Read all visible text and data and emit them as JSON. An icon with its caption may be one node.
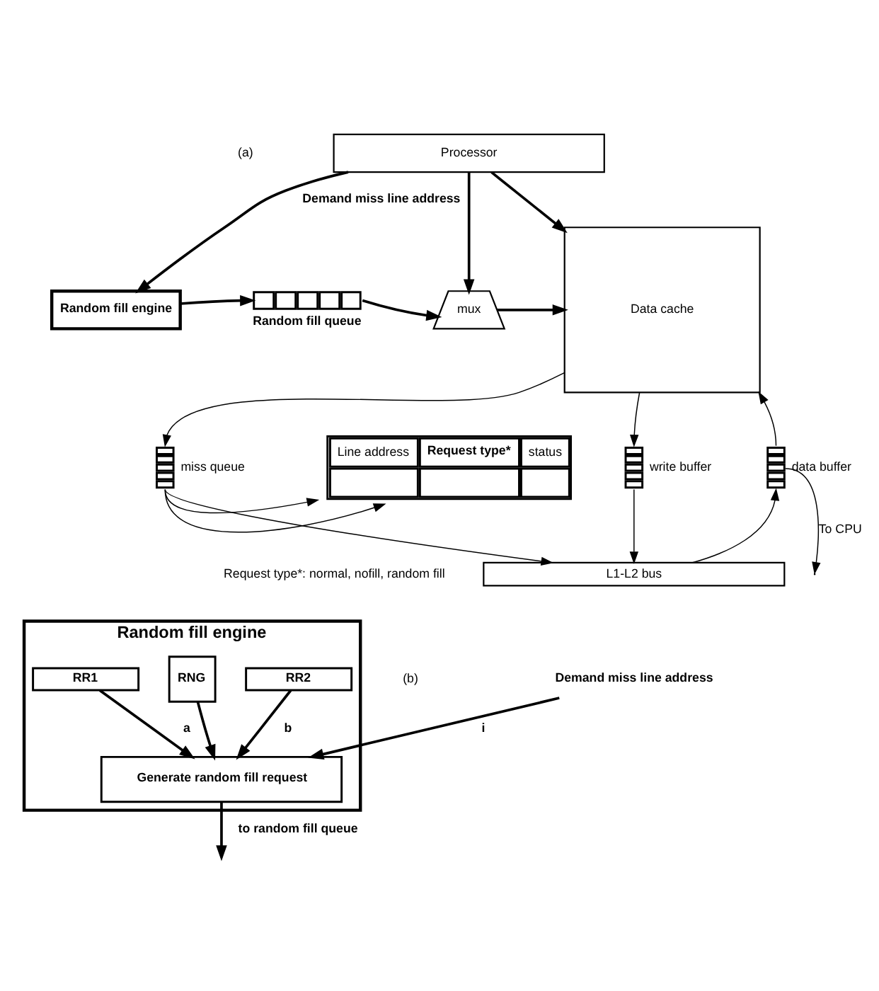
{
  "diagram": {
    "nodes": [
      {
        "text": [
          "Processor"
        ]
      },
      {
        "text": [
          "Data cache"
        ]
      },
      {
        "text": [
          "Random fill engine"
        ]
      },
      {
        "text": [],
        "shape": "queue",
        "beside": [
          "Random fill queue"
        ]
      },
      {
        "text": [
          "mux"
        ]
      },
      {
        "text": [],
        "shape": "queue",
        "beside": [
          "miss queue"
        ]
      },
      {
        "text": [],
        "shape": "queue",
        "beside": [
          "data buffer"
        ]
      },
      {
        "text": [],
        "shape": "queue",
        "beside": [
          "write buffer"
        ]
      },
      {
        "text": [
          "L1-L2 bus"
        ]
      },
      {
        "text": [
          "Line address",
          "Request type*",
          "status"
        ]
      },
      {
        "text": [
          "Demand miss line address"
        ]
      },
      {
        "text": [
          "Random fill engine"
        ]
      },
      {
        "text": [
          "RR1"
        ],
        "in": 11
      },
      {
        "text": [
          "RR2"
        ],
        "in": 11
      },
      {
        "text": [
          "RNG"
        ],
        "in": 11
      },
      {
        "text": [
          "Generate random fill request"
        ],
        "in": 11
      }
    ],
    "edges": [
      {
        "from": 0,
        "to": 1,
        "arrow": "to"
      },
      {
        "from": 0,
        "to": 2,
        "arrow": "to",
        "label": "Demand miss line address"
      },
      {
        "from": 0,
        "to": 4,
        "arrow": "to"
      },
      {
        "from": 2,
        "to": 3,
        "arrow": "to"
      },
      {
        "from": 3,
        "to": 4,
        "arrow": "to"
      },
      {
        "from": 4,
        "to": 1,
        "arrow": "to"
      },
      {
        "from": 1,
        "to": 5,
        "arrow": "to"
      },
      {
        "from": 6,
        "to": 1,
        "arrow": "to"
      },
      {
        "from": 6,
        "to": null,
        "arrow": "to",
        "label": "To CPU"
      },
      {
        "from": 1,
        "to": 7,
        "arrow": "to"
      },
      {
        "from": 5,
        "to": 9,
        "arrow": "to"
      },
      {
        "from": 5,
        "to": 9,
        "arrow": "to"
      },
      {
        "from": 5,
        "to": 8,
        "arrow": "to"
      },
      {
        "from": 8,
        "to": 6,
        "arrow": "to"
      },
      {
        "from": 7,
        "to": 8,
        "arrow": "to"
      },
      {
        "from": 10,
        "to": 15,
        "arrow": "to",
        "label": "i"
      },
      {
        "from": 12,
        "to": 15,
        "arrow": "to",
        "label": "a"
      },
      {
        "from": 13,
        "to": 15,
        "arrow": "to",
        "label": "b"
      },
      {
        "from": 14,
        "to": 15,
        "arrow": "to"
      },
      {
        "from": 15,
        "to": null,
        "arrow": "to",
        "label": "to random fill queue"
      }
    ],
    "labels": [
      "(a)",
      "Request type*: normal, nofill, random fill",
      "(b)"
    ]
  }
}
